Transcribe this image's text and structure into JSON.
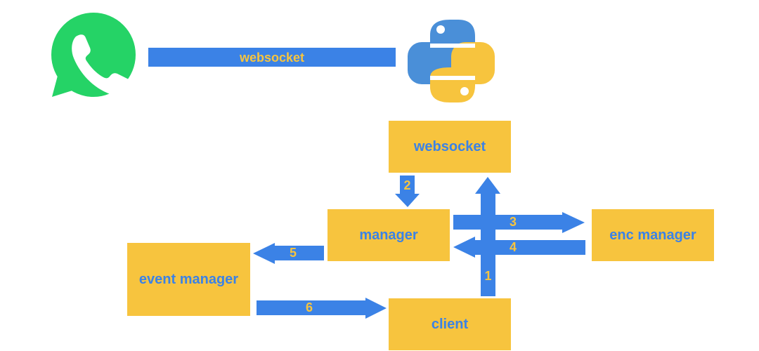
{
  "colors": {
    "box": "#f7c43e",
    "arrow": "#3b82e6",
    "label": "#f7c43e",
    "whatsapp": "#25d366",
    "python_blue": "#3776ab",
    "python_yellow": "#ffd343"
  },
  "icons": {
    "left": "whatsapp-logo",
    "right": "python-logo"
  },
  "connection": {
    "label": "websocket"
  },
  "nodes": {
    "websocket": "websocket",
    "manager": "manager",
    "enc_manager": "enc manager",
    "event_manager": "event manager",
    "client": "client"
  },
  "arrows": {
    "a1": "1",
    "a2": "2",
    "a3": "3",
    "a4": "4",
    "a5": "5",
    "a6": "6"
  }
}
